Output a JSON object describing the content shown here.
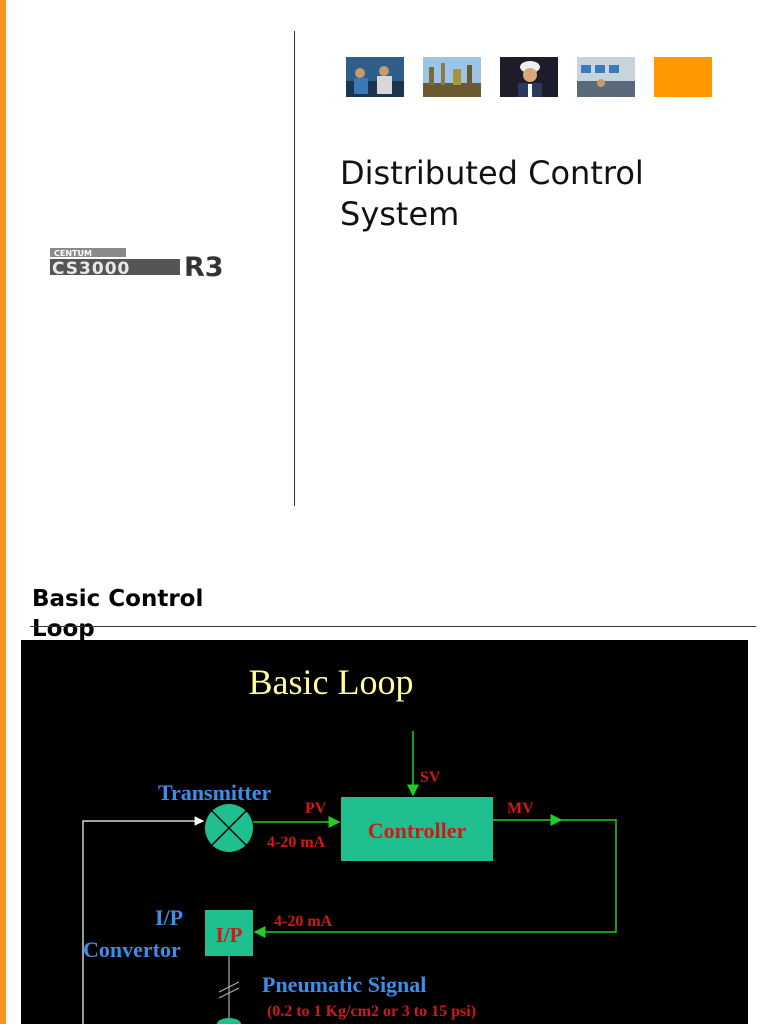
{
  "header": {
    "title_line1": "Distributed Control",
    "title_line2": "System",
    "logo_text": "CENTUM CS3000 R3",
    "thumbnails": [
      "photo-operators",
      "photo-refinery",
      "photo-engineer-hardhat",
      "photo-control-room",
      "orange-square"
    ]
  },
  "section": {
    "title": "Basic Control Loop"
  },
  "diagram": {
    "title": "Basic Loop",
    "sv": "SV",
    "pv": "PV",
    "mv": "MV",
    "controller": "Controller",
    "transmitter": "Transmitter",
    "ma_left": "4-20 mA",
    "ma_right": "4-20 mA",
    "ip_box": "I/P",
    "ip_label_line1": "I/P",
    "ip_label_line2": "Convertor",
    "pneumatic": "Pneumatic Signal",
    "pneumatic_range": "(0.2 to 1 Kg/cm2 or 3 to 15 psi)"
  },
  "colors": {
    "accent": "#f7941d",
    "slide_bg": "#000000",
    "box_fill": "#1fbf8f",
    "wire": "#22cc22",
    "red_text": "#d01818",
    "blue_text": "#3b8fe8",
    "title_yellow": "#ffff99"
  }
}
